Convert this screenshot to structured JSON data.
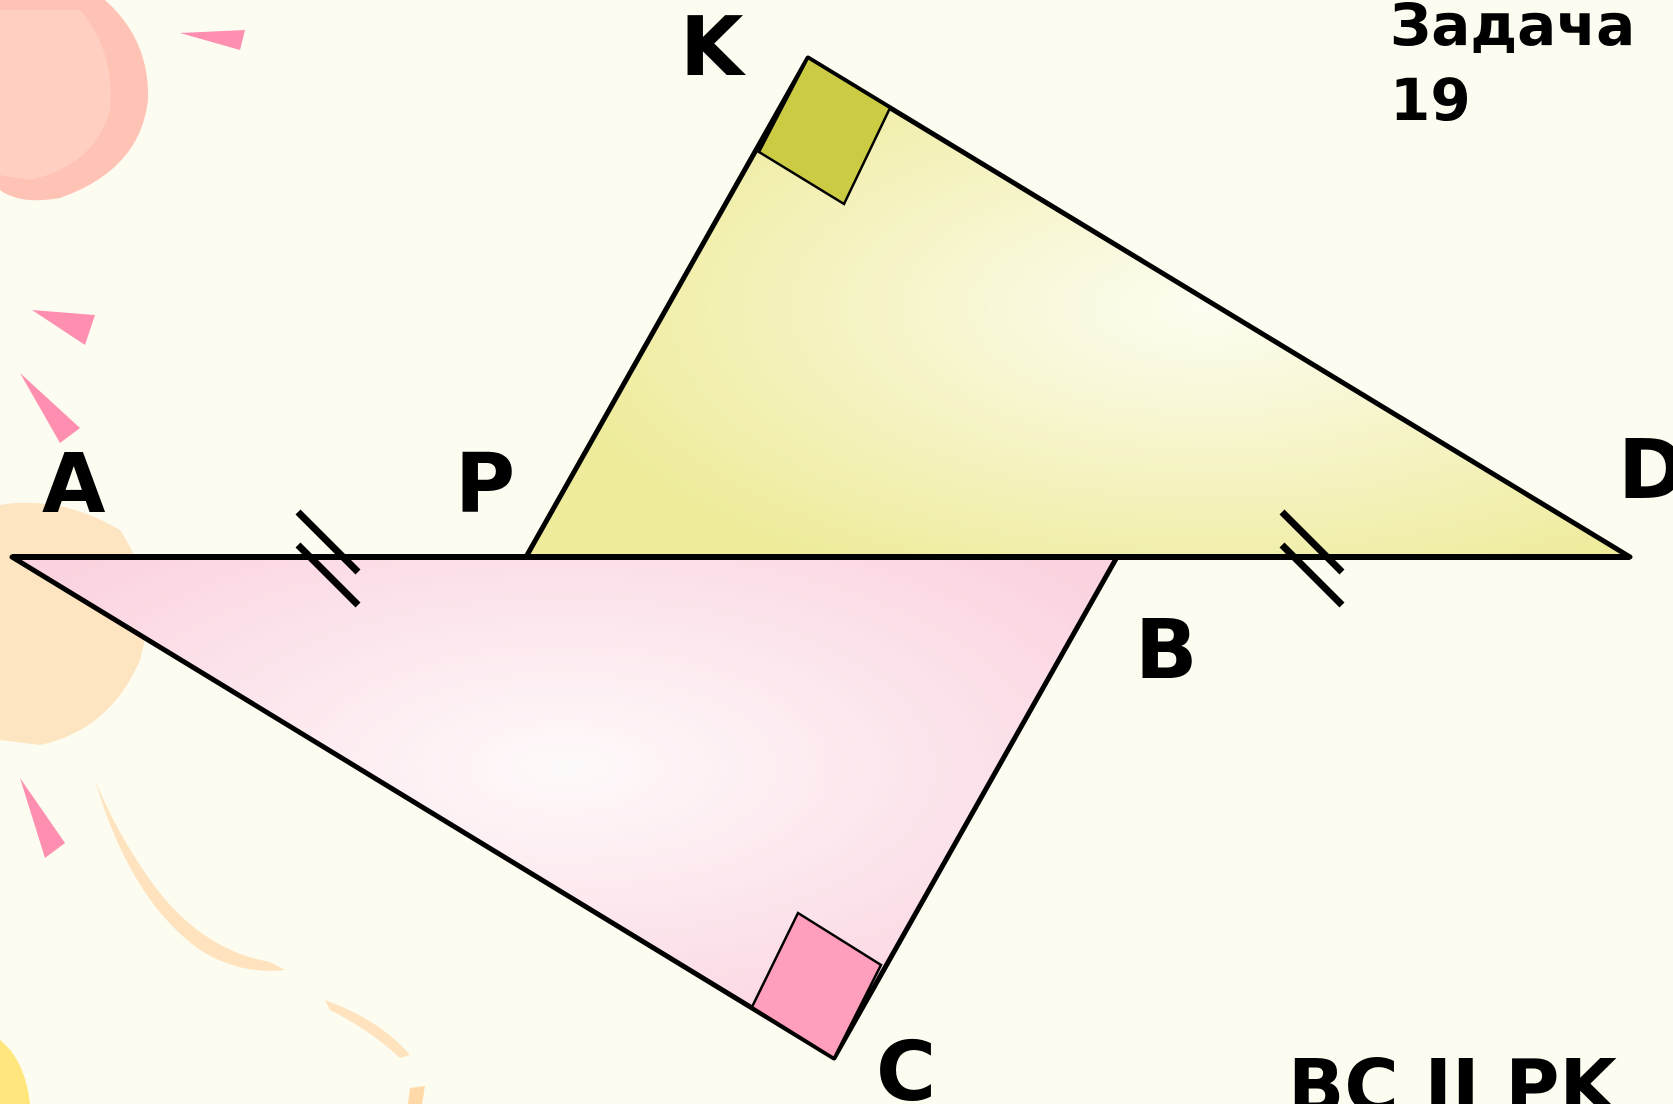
{
  "task": {
    "title_line1": "Задача",
    "title_line2": "19"
  },
  "condition": {
    "text": "BC II PK"
  },
  "points": {
    "A": "A",
    "P": "P",
    "B": "B",
    "D": "D",
    "K": "K",
    "C": "C"
  },
  "colors": {
    "background": "#fcfcf0",
    "triangle_pkd_fill": "#eeeb9a",
    "triangle_abc_fill": "#fbd3e0",
    "right_angle_k": "#cccc44",
    "right_angle_c": "#ff9fbc",
    "decor_pink": "#ff88aa",
    "decor_peach": "#ffd9a8",
    "decor_salmon": "#ffb0a0"
  }
}
